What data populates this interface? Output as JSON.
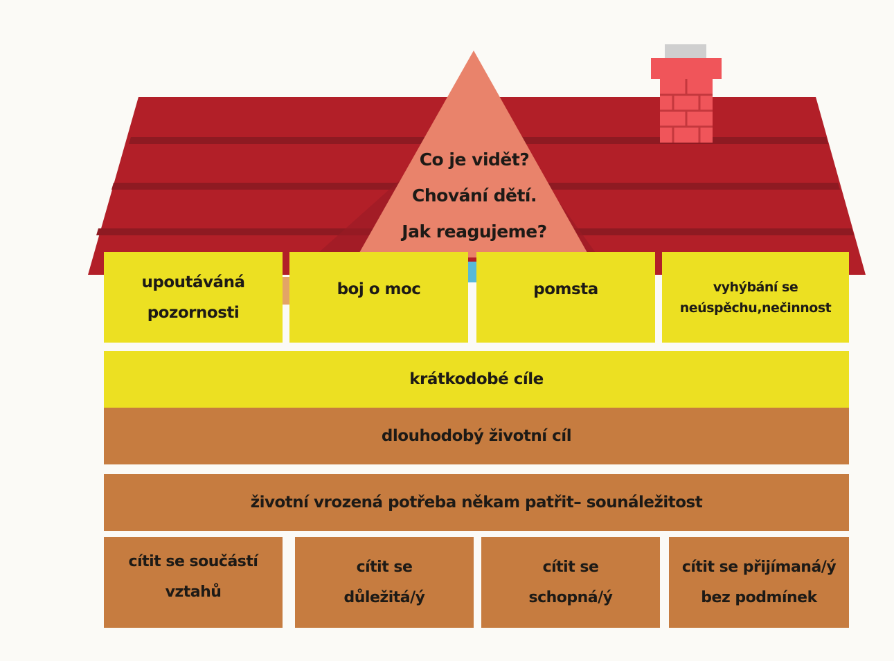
{
  "roof": {
    "line1": "Co je vidět?",
    "line2": "Chování dětí.",
    "line3": "Jak reagujeme?"
  },
  "goals": [
    "upoutáváná\npozornosti",
    "boj o moc",
    "pomsta",
    "vyhýbání se\nneúspěchu,nečinnost"
  ],
  "short_term": "krátkodobé cíle",
  "long_term": "dlouhodobý životní cíl",
  "need": "životní vrozená potřeba někam patřit– sounáležitost",
  "feelings": [
    "cítit se součástí\nvztahů",
    "cítit se\ndůležitá/ý",
    "cítit se\nschopná/ý",
    "cítit se přijímaná/ý\nbez podmínek"
  ],
  "colors": {
    "background": "#fbfaf6",
    "roof": "#b21f28",
    "roof_stripe": "#8e1a22",
    "triangle": "#e9836b",
    "chimney": "#f0555a",
    "chimney_cap": "#cfcfcf",
    "yellow": "#ece022",
    "brown": "#c67c40"
  }
}
